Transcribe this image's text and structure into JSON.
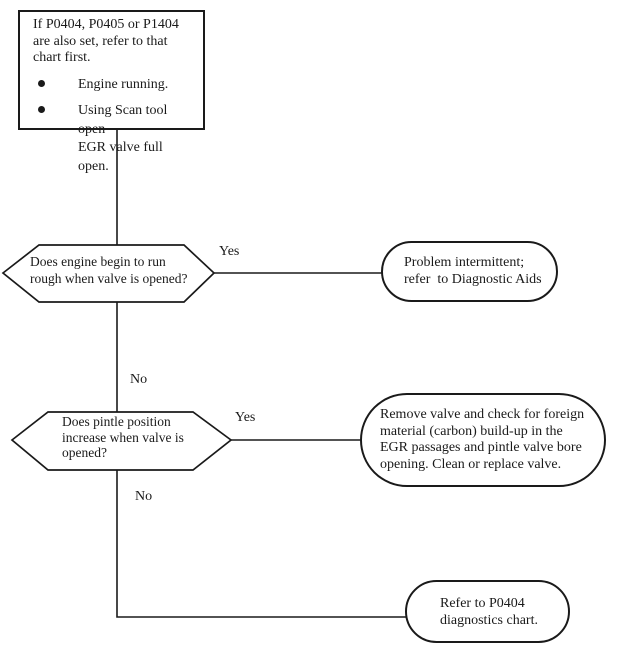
{
  "flowchart": {
    "colors": {
      "line": "#1a1a1a",
      "text": "#1a1a1a",
      "background": "#ffffff"
    },
    "start": {
      "text": "If P0404, P0405 or P1404\nare also set, refer to that\nchart first.",
      "bullets": [
        "Engine running.",
        "Using Scan tool open\nEGR valve full open."
      ]
    },
    "decisions": [
      {
        "question": "Does engine begin to run\nrough when valve is opened?"
      },
      {
        "question": "Does pintle position\nincrease when valve is\nopened?"
      }
    ],
    "outcomes": [
      {
        "text": "Problem intermittent;\nrefer  to Diagnostic Aids"
      },
      {
        "text": "Remove valve and check for foreign\nmaterial (carbon) build-up in the\nEGR passages and pintle valve bore\nopening. Clean or replace valve."
      },
      {
        "text": "Refer to P0404\ndiagnostics chart."
      }
    ],
    "labels": {
      "yes": "Yes",
      "no": "No"
    }
  }
}
